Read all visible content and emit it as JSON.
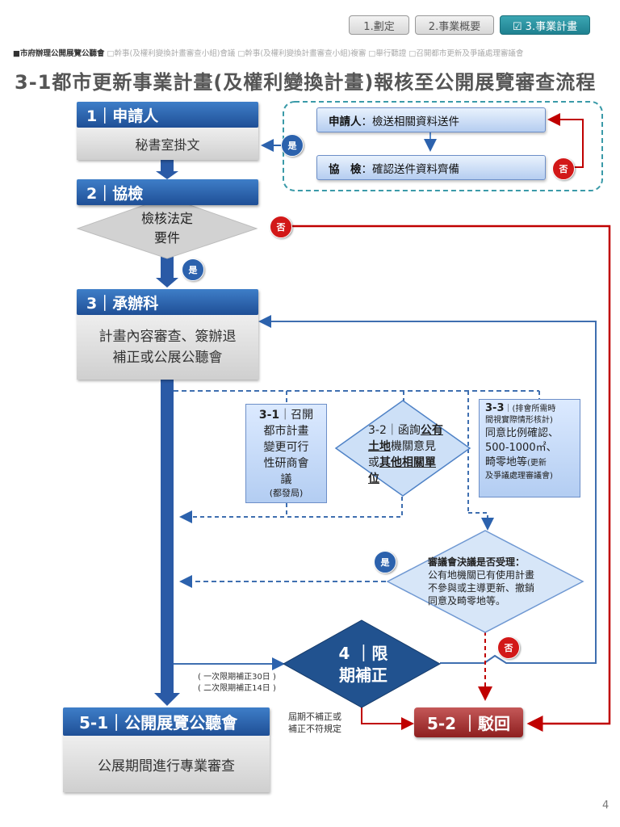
{
  "tabs": [
    {
      "label": "1.劃定",
      "active": false
    },
    {
      "label": "2.事業概要",
      "active": false
    },
    {
      "label": "☑ 3.事業計畫",
      "active": true
    }
  ],
  "breadcrumbs": [
    {
      "label": "■市府辦理公開展覽公聽會",
      "current": true
    },
    {
      "label": "□幹事(及權利變換計畫審查小組)會議",
      "current": false
    },
    {
      "label": "□幹事(及權利變換計畫審查小組)複審",
      "current": false
    },
    {
      "label": "□舉行聽證",
      "current": false
    },
    {
      "label": "□召開都市更新及爭議處理審議會",
      "current": false
    }
  ],
  "title": "3-1都市更新事業計畫(及權利變換計畫)報核至公開展覽審查流程",
  "steps": {
    "s1": {
      "header": "1｜申請人",
      "body": "秘書室掛文"
    },
    "s2": {
      "header": "2｜協檢",
      "diamond_line1": "檢核法定",
      "diamond_line2": "要件"
    },
    "s3": {
      "header": "3｜承辦科",
      "body_line1": "計畫內容審查、簽辦退",
      "body_line2": "補正或公展公聽會"
    },
    "s4": {
      "line1": "4 ｜限",
      "line2": "期補正"
    },
    "s51": {
      "header": "5-1｜公開展覽公聽會",
      "body": "公展期間進行專業審查"
    },
    "s52": {
      "header": "5-2 ｜駁回"
    }
  },
  "check_loop": {
    "row1_label": "申請人",
    "row1_text": "：檢送相關資料送件",
    "row2_label": "協　檢",
    "row2_text": "：確認送件資料齊備"
  },
  "sub": {
    "s31": {
      "tag": "3-1",
      "line1": "｜召開",
      "line2": "都市計畫",
      "line3": "變更可行",
      "line4": "性研商會",
      "line5": "議",
      "note": "(都發局)"
    },
    "s32": {
      "tag": "3-2",
      "line1a": "｜函詢",
      "line1b": "公有",
      "line2a": "土地",
      "line2b": "機關意見",
      "line3a": "或",
      "line3b": "其他相關單",
      "line4": "位"
    },
    "s33": {
      "tag": "3-3",
      "small1": "｜(排會所需時",
      "small2": "間視實際情形核計)",
      "line1": "同意比例確認、",
      "line2": "500-1000㎡、",
      "line3a": "畸零地等",
      "line3b": "(更新",
      "line4": "及爭議處理審議會)"
    },
    "review": {
      "q": "審議會決議是否受理：",
      "line1": "公有地機關已有使用計畫",
      "line2": "不參與或主導更新、撤銷",
      "line3": "同意及畸零地等。"
    }
  },
  "badges": {
    "yes": "是",
    "no": "否"
  },
  "notes": {
    "deadline1": "( 一次限期補正30日 )",
    "deadline2": "( 二次限期補正14日 )",
    "reject1": "屆期不補正或",
    "reject2": "補正不符規定"
  },
  "page_number": "4",
  "colors": {
    "primary_blue": "#2c62ad",
    "reject_red": "#c00000",
    "teal_tab": "#1f8190"
  }
}
